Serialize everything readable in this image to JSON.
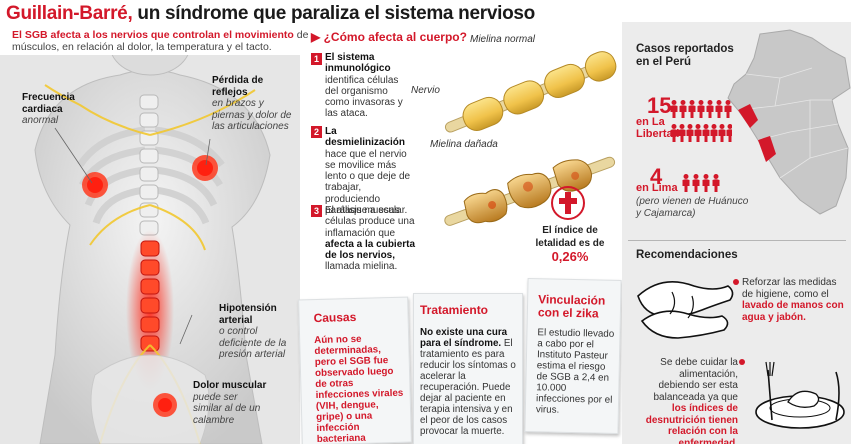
{
  "header": {
    "title_main": "Guillain-Barré,",
    "title_rest": " un síndrome que paraliza el sistema nervioso"
  },
  "lead": {
    "highlight": "El SGB afecta a los nervios que controlan el movimiento",
    "rest": " de músculos, en relación al dolor, la temperatura y el tacto."
  },
  "body_labels": {
    "heart_title": "Frecuencia cardiaca",
    "heart_sub": "anormal",
    "reflex_title": "Pérdida de reflejos",
    "reflex_sub": "en brazos y piernas y dolor de las articulaciones",
    "hypo_title": "Hipotensión arterial",
    "hypo_sub": "o control deficiente de la presión arterial",
    "muscle_title": "Dolor muscular",
    "muscle_sub": "puede ser similar al de un calambre"
  },
  "body_effects": {
    "heading": "¿Cómo afecta al cuerpo?",
    "steps": [
      {
        "num": "1",
        "bold": "El sistema inmunológico",
        "text": " identifica células del organismo como invasoras y las ataca."
      },
      {
        "num": "2",
        "bold": "La desmielinización",
        "text": " hace que el nervio se movilice más lento o que deje de trabajar, produciendo parálisis muscular."
      },
      {
        "num": "3",
        "pre": "El ataque a esas células produce una inflamación que ",
        "bold": "afecta a la cubierta de los nervios,",
        "text": " llamada mielina."
      }
    ],
    "label_myelin_normal": "Mielina normal",
    "label_nerve": "Nervio",
    "label_myelin_damaged": "Mielina dañada",
    "lethality_text": "El índice de letalidad es de",
    "lethality_value": "0,26%"
  },
  "notes": {
    "causes": {
      "heading": "Causas",
      "text": "Aún no se determinadas, pero el SGB fue observado luego de otras infecciones virales (VIH, dengue, gripe) o una infección bacteriana (Campylobacter)."
    },
    "treatment": {
      "heading": "Tratamiento",
      "bold": "No existe una cura para el síndrome.",
      "text": " El tratamiento es para reducir los síntomas o acelerar la recuperación. Puede dejar al paciente en terapia intensiva y en el peor de los casos provocar la muerte."
    },
    "zika": {
      "heading": "Vinculación con el zika",
      "text": "El estudio llevado a cabo por el Instituto Pasteur estima el riesgo de SGB a 2,4 en 10.000 infecciones por el virus."
    }
  },
  "peru": {
    "heading": "Casos reportados en el Perú",
    "libertad_count": 15,
    "libertad_label": "La Libertad",
    "libertad_pre": "en",
    "lima_count": 4,
    "lima_label": "en Lima",
    "lima_note": "(pero vienen de Huánuco y Cajamarca)"
  },
  "recommendations": {
    "heading": "Recomendaciones",
    "hygiene_text": "Reforzar las medidas de higiene, como el ",
    "hygiene_red": "lavado de manos con agua y jabón.",
    "food_text": "Se debe cuidar la alimentación, debiendo ser esta balanceada ya que ",
    "food_red": "los índices de desnutrición tienen relación con la enfermedad."
  },
  "colors": {
    "accent": "#d3182a",
    "panel": "#ececec",
    "myelin": "#f0c24a"
  }
}
